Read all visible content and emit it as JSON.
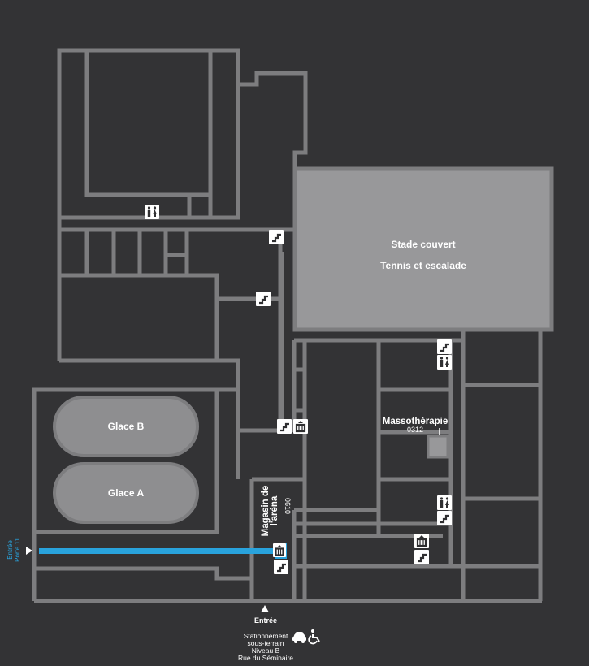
{
  "colors": {
    "background": "#333335",
    "walls": "#7d7d7f",
    "stadium_fill": "#98989a",
    "rink_fill": "#8e8e90",
    "route": "#29a3dd",
    "text": "#ffffff"
  },
  "areas": {
    "stadium_line1": "Stade couvert",
    "stadium_line2": "Tennis et escalade",
    "rink_b": "Glace B",
    "rink_a": "Glace A",
    "massage_name": "Massothérapie",
    "massage_room": "0312",
    "store_line1": "Magasin de",
    "store_line2": "l'aréna",
    "store_room": "0610"
  },
  "entrances": {
    "side_line1": "Entrée",
    "side_line2": "Porte 11",
    "main": "Entrée"
  },
  "parking": {
    "line1": "Stationnement",
    "line2": "sous-terrain",
    "line3": "Niveau B",
    "line4": "Rue du Séminaire"
  },
  "icons": [
    "restroom-icon",
    "stairs-icon",
    "elevator-icon",
    "car-icon",
    "wheelchair-icon",
    "arrow-right-icon",
    "arrow-up-icon"
  ]
}
